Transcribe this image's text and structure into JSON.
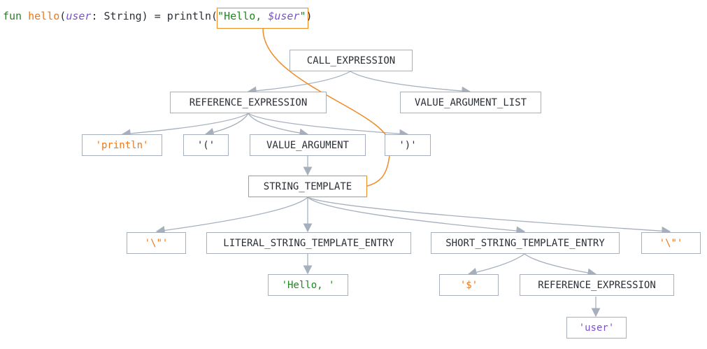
{
  "code": {
    "kw_fun": "fun",
    "fn_name": "hello",
    "paren_open": "(",
    "param": "user",
    "param_type": ": String) = println(",
    "str_open": "\"Hello, ",
    "tvar": "$user",
    "str_close": "\"",
    "paren_close": ")"
  },
  "nodes": {
    "call_expression": "CALL_EXPRESSION",
    "reference_expression": "REFERENCE_EXPRESSION",
    "value_argument_list": "VALUE_ARGUMENT_LIST",
    "tok_println": "'println'",
    "tok_lparen": "'('",
    "value_argument": "VALUE_ARGUMENT",
    "tok_rparen": "')'",
    "string_template": "STRING_TEMPLATE",
    "quote_left": "'\\\"'",
    "literal_entry": "LITERAL_STRING_TEMPLATE_ENTRY",
    "short_entry": "SHORT_STRING_TEMPLATE_ENTRY",
    "quote_right": "'\\\"'",
    "tok_hello": "'Hello, '",
    "tok_dollar": "'$'",
    "reference_expression_2": "REFERENCE_EXPRESSION",
    "tok_user": "'user'"
  },
  "colors": {
    "edge": "#a6b0bd",
    "highlight": "#f08a24",
    "token_orange": "#e8791f",
    "token_green": "#1a8a1a",
    "token_purple": "#7b52c7"
  }
}
